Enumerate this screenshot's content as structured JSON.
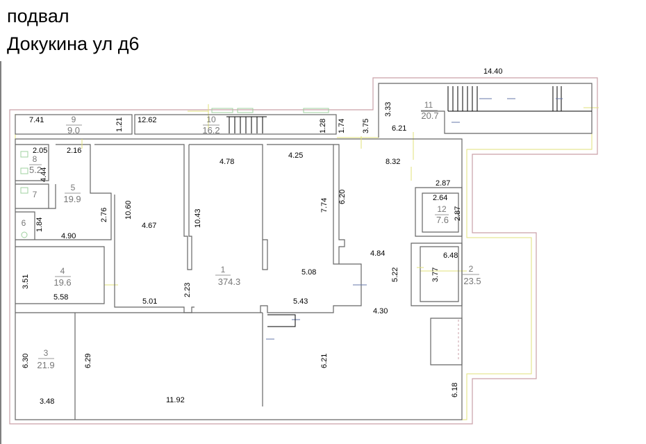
{
  "header": {
    "level": "подвал",
    "address": "Докукина ул д6"
  },
  "rooms": [
    {
      "num": "1",
      "area": "374.3"
    },
    {
      "num": "2",
      "area": "23.5"
    },
    {
      "num": "3",
      "area": "21.9"
    },
    {
      "num": "4",
      "area": "19.6"
    },
    {
      "num": "5",
      "area": "19.9"
    },
    {
      "num": "6",
      "area": ""
    },
    {
      "num": "7",
      "area": ""
    },
    {
      "num": "8",
      "area": "5.2"
    },
    {
      "num": "9",
      "area": "9.0"
    },
    {
      "num": "10",
      "area": "16.2"
    },
    {
      "num": "11",
      "area": "20.7"
    },
    {
      "num": "12",
      "area": "7.6"
    }
  ],
  "dims": {
    "top_width": "14.40",
    "d_7_41": "7.41",
    "d_1_21": "1.21",
    "d_12_62": "12.62",
    "d_1_28": "1.28",
    "d_1_74": "1.74",
    "d_3_75": "3.75",
    "d_3_33": "3.33",
    "d_6_21_top": "6.21",
    "d_2_05": "2.05",
    "d_2_16": "2.16",
    "d_4_78": "4.78",
    "d_4_25": "4.25",
    "d_8_32": "8.32",
    "d_4_44": "4.44",
    "d_2_87_a": "2.87",
    "d_10_60": "10.60",
    "d_2_76": "2.76",
    "d_10_43": "10.43",
    "d_7_74": "7.74",
    "d_6_20": "6.20",
    "d_2_64": "2.64",
    "d_2_87_b": "2.87",
    "d_1_84": "1.84",
    "d_4_67": "4.67",
    "d_4_90": "4.90",
    "d_4_84": "4.84",
    "d_6_48": "6.48",
    "d_5_08": "5.08",
    "d_5_22": "5.22",
    "d_3_77": "3.77",
    "d_3_51": "3.51",
    "d_2_23": "2.23",
    "d_5_58": "5.58",
    "d_5_01": "5.01",
    "d_5_43": "5.43",
    "d_4_30": "4.30",
    "d_6_30": "6.30",
    "d_6_29": "6.29",
    "d_6_21_bottom": "6.21",
    "d_6_18": "6.18",
    "d_3_48": "3.48",
    "d_11_92": "11.92"
  }
}
